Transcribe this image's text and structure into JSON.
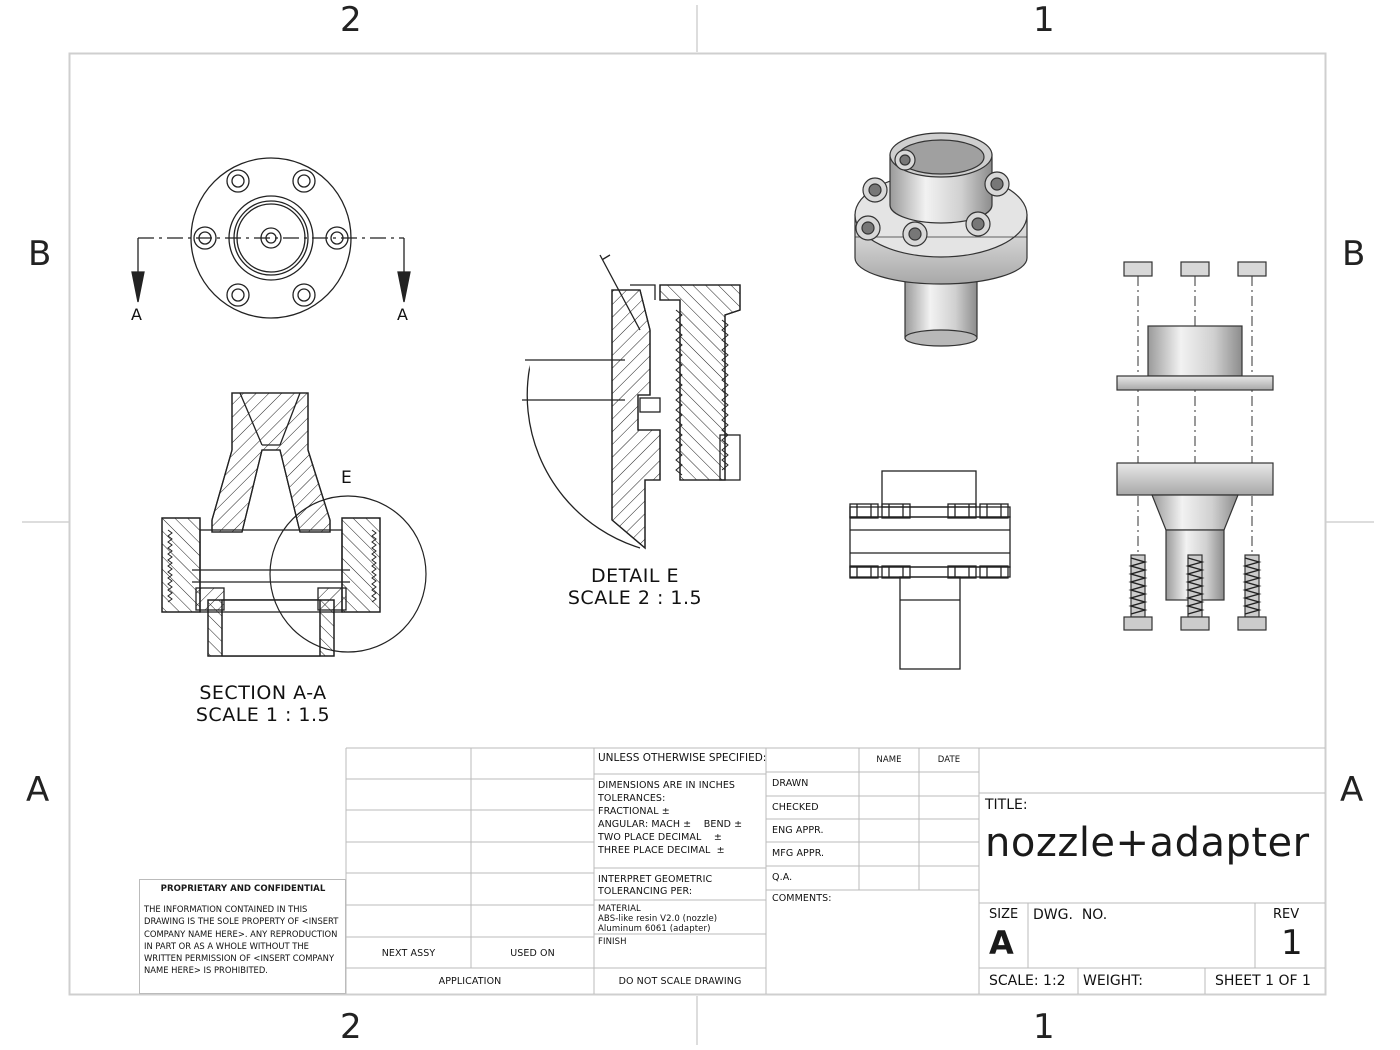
{
  "zones": {
    "col_left": "2",
    "col_right": "1",
    "row_upper": "B",
    "row_lower": "A"
  },
  "views": {
    "section_marker": "A",
    "detail_marker": "E",
    "section_title": "SECTION A-A",
    "section_scale": "SCALE 1 : 1.5",
    "detail_title": "DETAIL E",
    "detail_scale": "SCALE 2 : 1.5"
  },
  "title_block": {
    "unless": "UNLESS OTHERWISE SPECIFIED:",
    "dims": "DIMENSIONS ARE IN INCHES",
    "tol": "TOLERANCES:",
    "frac": "FRACTIONAL ±",
    "ang": "ANGULAR: MACH ±    BEND ±",
    "two": "TWO PLACE DECIMAL    ±",
    "three": "THREE PLACE DECIMAL  ±",
    "interp1": "INTERPRET GEOMETRIC",
    "interp2": "TOLERANCING PER:",
    "material": "MATERIAL",
    "mat1": "ABS-like resin V2.0 (nozzle)",
    "mat2": "Aluminum 6061 (adapter)",
    "finish": "FINISH",
    "do_not_scale": "DO NOT SCALE DRAWING",
    "next_assy": "NEXT ASSY",
    "used_on": "USED ON",
    "application": "APPLICATION",
    "name": "NAME",
    "date": "DATE",
    "drawn": "DRAWN",
    "checked": "CHECKED",
    "eng_appr": "ENG APPR.",
    "mfg_appr": "MFG APPR.",
    "qa": "Q.A.",
    "comments": "COMMENTS:",
    "title_label": "TITLE:",
    "title": "nozzle+adapter",
    "size_label": "SIZE",
    "size": "A",
    "dwg_no": "DWG.  NO.",
    "rev_label": "REV",
    "rev": "1",
    "scale": "SCALE: 1:2",
    "weight": "WEIGHT:",
    "sheet": "SHEET 1 OF 1",
    "prop_title": "PROPRIETARY AND CONFIDENTIAL",
    "prop_text": "THE INFORMATION CONTAINED IN THIS DRAWING IS THE SOLE PROPERTY OF <INSERT COMPANY NAME HERE>.  ANY REPRODUCTION IN PART OR AS A WHOLE WITHOUT THE WRITTEN PERMISSION OF <INSERT COMPANY NAME HERE> IS PROHIBITED."
  }
}
